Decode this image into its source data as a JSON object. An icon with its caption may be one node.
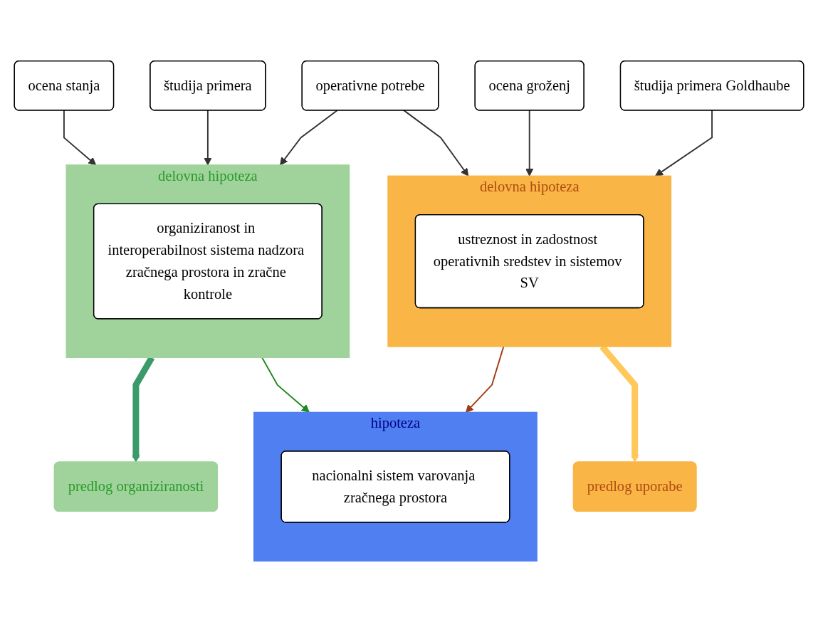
{
  "diagram": {
    "nodes": [
      {
        "text": [
          "ocena stanja"
        ]
      },
      {
        "text": [
          "študija primera"
        ]
      },
      {
        "text": [
          "operativne potrebe"
        ]
      },
      {
        "text": [
          "ocena groženj"
        ]
      },
      {
        "text": [
          "študija primera Goldhaube"
        ]
      },
      {
        "text": [
          "delovna hipoteza"
        ]
      },
      {
        "text": [
          "organiziranost in interoperabilnost sistema nadzora zračnega prostora in zračne kontrole"
        ],
        "in": 5
      },
      {
        "text": [
          "delovna hipoteza"
        ]
      },
      {
        "text": [
          "ustreznost in zadostnost operativnih sredstev in sistemov SV"
        ],
        "in": 7
      },
      {
        "text": [
          "predlog organiziranosti"
        ]
      },
      {
        "text": [
          "predlog uporabe"
        ]
      },
      {
        "text": [
          "hipoteza"
        ]
      },
      {
        "text": [
          "nacionalni sistem varovanja zračnega prostora"
        ],
        "in": 11
      }
    ],
    "edges": [
      {
        "from": 0,
        "to": 5,
        "arrow": "to"
      },
      {
        "from": 1,
        "to": 5,
        "arrow": "to"
      },
      {
        "from": 2,
        "to": 5,
        "arrow": "to"
      },
      {
        "from": 2,
        "to": 7,
        "arrow": "to"
      },
      {
        "from": 3,
        "to": 7,
        "arrow": "to"
      },
      {
        "from": 4,
        "to": 7,
        "arrow": "to"
      },
      {
        "from": 5,
        "to": 9,
        "arrow": "to",
        "style": "thick",
        "color": "#3a9a6a"
      },
      {
        "from": 5,
        "to": 11,
        "arrow": "to",
        "color": "#1a8a1a"
      },
      {
        "from": 7,
        "to": 10,
        "arrow": "to",
        "style": "thick",
        "color": "#ffc85a"
      },
      {
        "from": 7,
        "to": 11,
        "arrow": "to",
        "color": "#a03a10"
      }
    ]
  }
}
